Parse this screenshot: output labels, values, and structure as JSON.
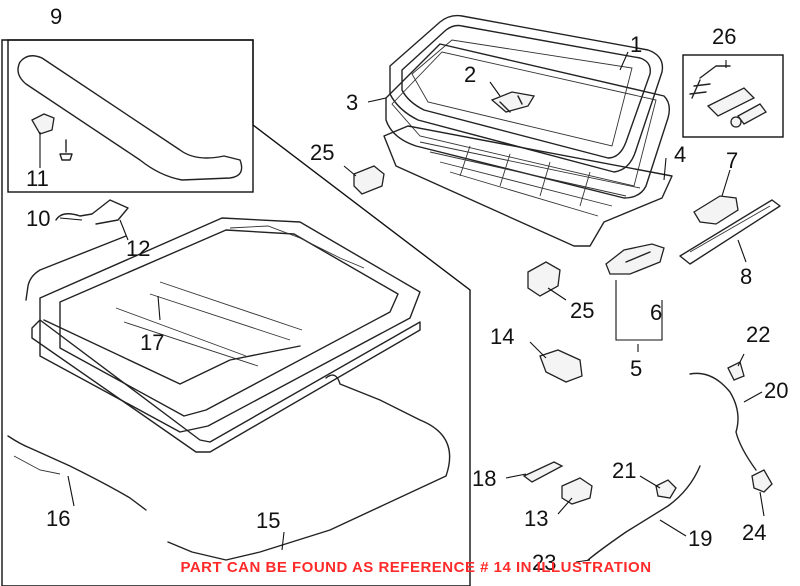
{
  "callouts": [
    "1",
    "2",
    "3",
    "4",
    "5",
    "6",
    "7",
    "8",
    "9",
    "10",
    "11",
    "12",
    "13",
    "14",
    "15",
    "16",
    "17",
    "18",
    "19",
    "20",
    "21",
    "22",
    "23",
    "24",
    "25",
    "25",
    "26"
  ],
  "notice": {
    "text": "PART CAN BE FOUND AS REFERENCE # 14 IN ILLUSTRATION",
    "color": "#ff2a2a"
  }
}
